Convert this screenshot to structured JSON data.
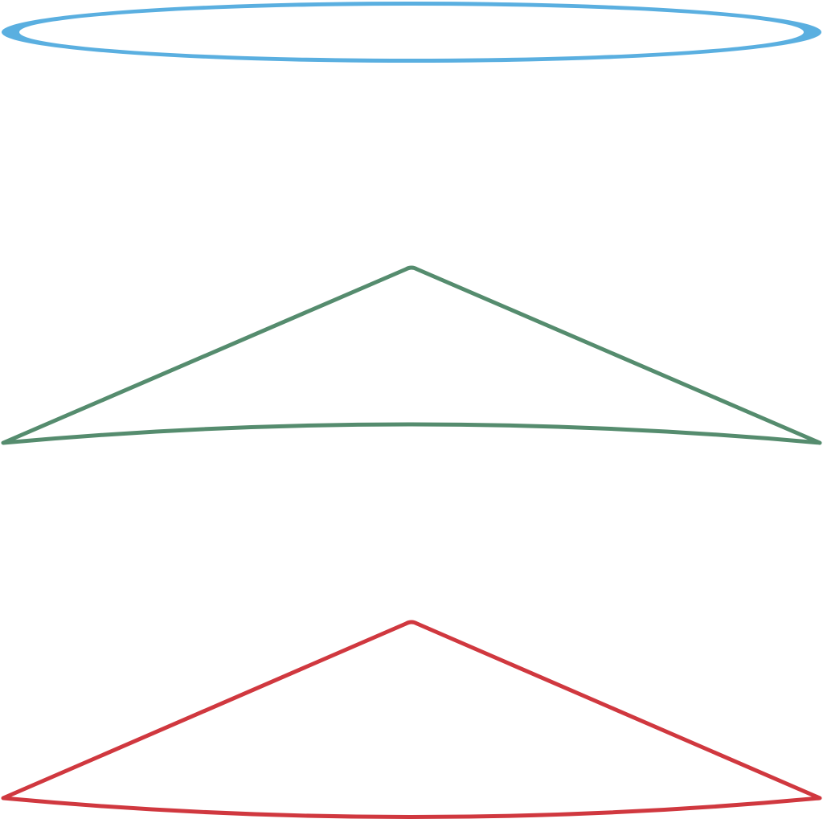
{
  "shapes": [
    {
      "id": "ellipse",
      "kind": "ellipse-outline",
      "stroke_color": "#5AAFE0"
    },
    {
      "id": "green-cone",
      "kind": "cone-outline",
      "stroke_color": "#558C6E"
    },
    {
      "id": "red-cone",
      "kind": "cone-outline",
      "stroke_color": "#D0383F"
    }
  ],
  "background": "#FFFFFF"
}
